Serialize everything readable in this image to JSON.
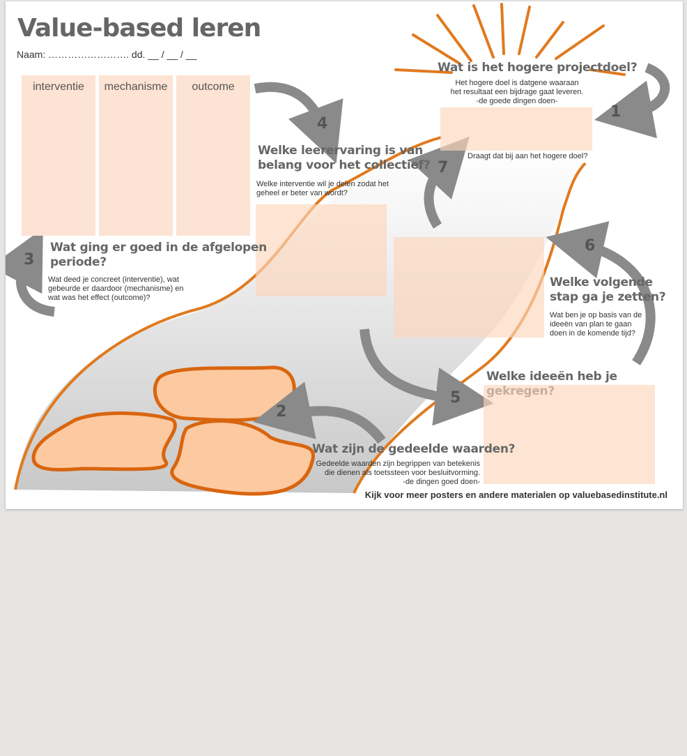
{
  "title": "Value-based leren",
  "naam_line": "Naam: ……………………. dd. __ / __ / __",
  "columns": [
    "interventie",
    "mechanisme",
    "outcome"
  ],
  "step1": {
    "number": "1",
    "heading": "Wat is het hogere projectdoel?",
    "body": [
      "Het hogere doel is datgene waaraan",
      "het resultaat een bijdrage gaat leveren.",
      "-de goede dingen doen-"
    ]
  },
  "step2": {
    "number": "2",
    "heading": "Wat zijn de gedeelde waarden?",
    "body": [
      "Gedeelde waarden zijn begrippen van betekenis",
      "die dienen als toetssteen voor besluitvorming.",
      "-de dingen goed doen-"
    ]
  },
  "step3": {
    "number": "3",
    "heading_lines": [
      "Wat ging er goed in de afgelopen",
      "periode?"
    ],
    "body": [
      "Wat deed je concreet (interventie), wat",
      "gebeurde er daardoor (mechanisme) en",
      "wat was het effect (outcome)?"
    ]
  },
  "step4": {
    "number": "4",
    "heading_lines": [
      "Welke leerervaring is van",
      "belang voor het collectief?"
    ],
    "body": [
      "Welke interventie wil je delen zodat het",
      "geheel er beter van wordt?"
    ]
  },
  "step5": {
    "number": "5",
    "heading": "Welke ideeën heb je gekregen?"
  },
  "step6": {
    "number": "6",
    "heading_lines": [
      "Welke volgende",
      "stap ga je zetten?"
    ],
    "body": [
      "Wat ben je op basis van de",
      "ideeën van plan te gaan",
      "doen in de komende tijd?"
    ]
  },
  "step7": {
    "number": "7",
    "caption": "Draagt dat bij aan het hogere doel?"
  },
  "footer": "Kijk voor meer posters en andere materialen op valuebasedinstitute.nl",
  "colors": {
    "orange": "#e07a1f",
    "box_fill": "#fde3d3",
    "arrow_gray": "#8a8a8a",
    "heading_gray": "#666666"
  }
}
